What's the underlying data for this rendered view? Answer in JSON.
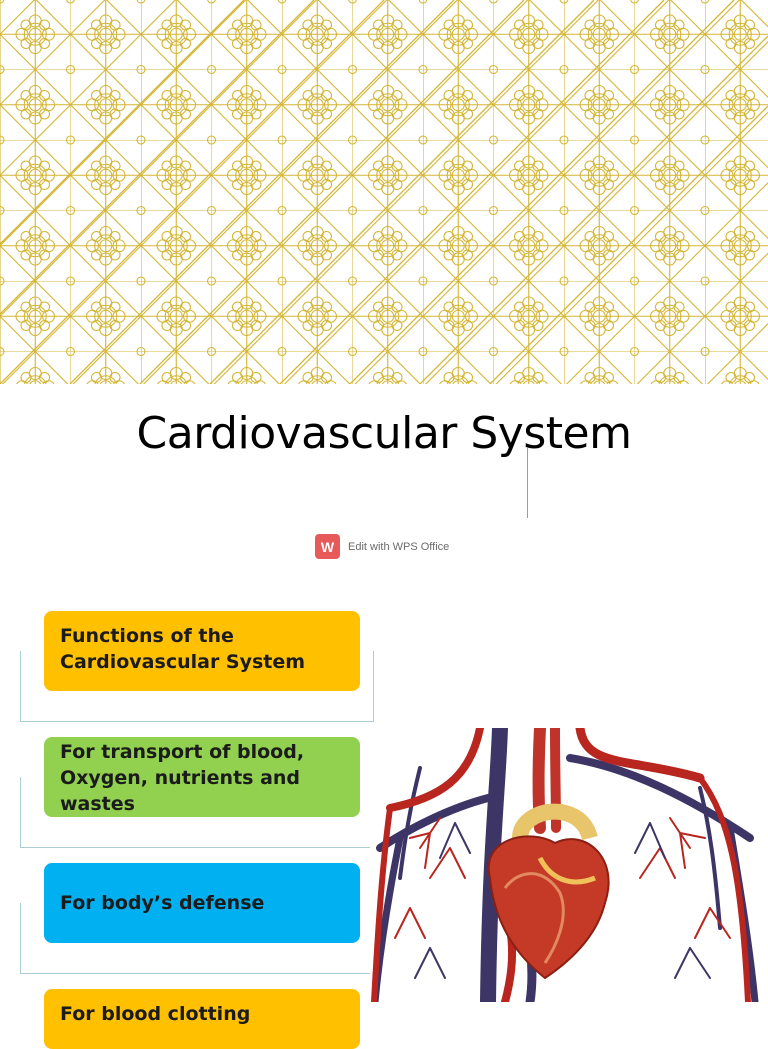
{
  "title": "Cardiovascular System",
  "watermark": {
    "logo_letter": "W",
    "text": "Edit with WPS Office",
    "color": "#e85a5a"
  },
  "boxes": [
    {
      "text": "Functions of the Cardiovascular System",
      "color": "#ffc000"
    },
    {
      "text": "For transport of blood, Oxygen, nutrients and wastes",
      "color": "#92d050"
    },
    {
      "text": "For body’s defense",
      "color": "#00b0f0"
    },
    {
      "text": "For blood clotting",
      "color": "#ffc000"
    }
  ],
  "pattern_color": "#d4b533",
  "illustration": "heart-circulatory-system-image"
}
